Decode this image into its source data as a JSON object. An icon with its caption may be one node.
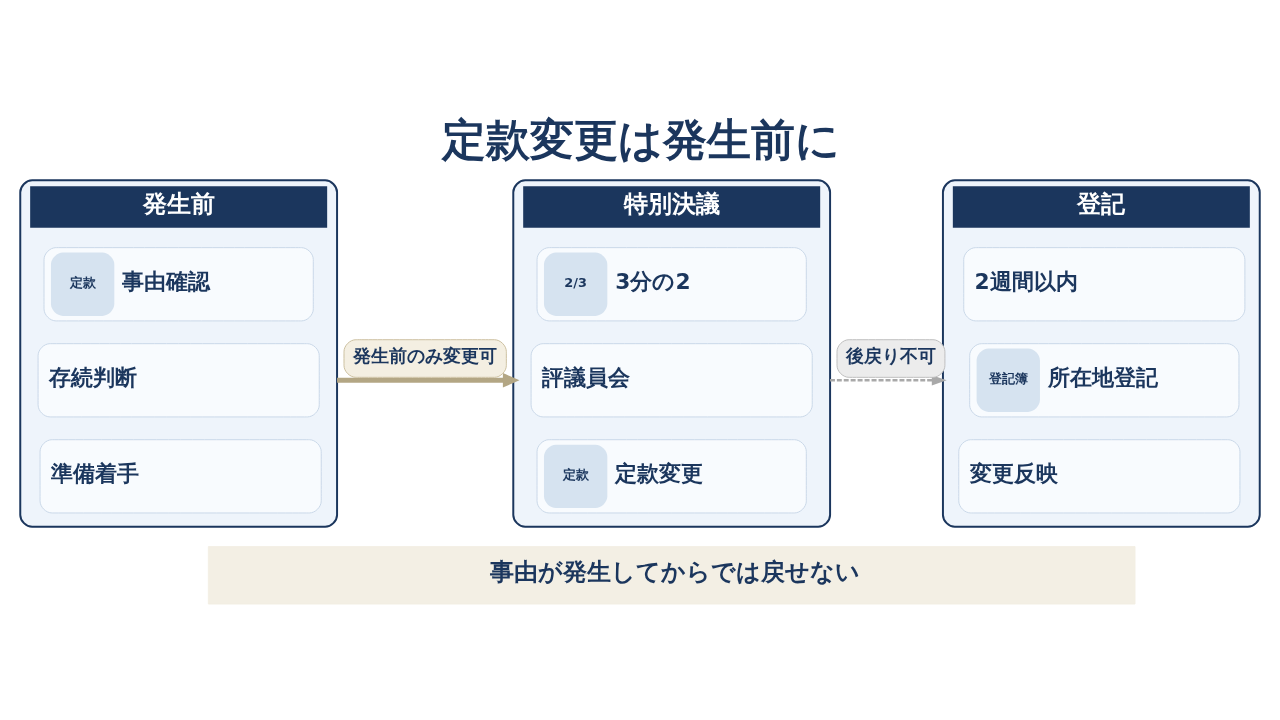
{
  "diagram": {
    "title": "定款変更は発生前に",
    "caption": "事由が発生してからでは戻せない",
    "nodes": [
      {
        "text": [
          "発生前"
        ]
      },
      {
        "text": [
          "定款",
          "事由確認"
        ],
        "in": 0
      },
      {
        "text": [
          "存続判断"
        ],
        "in": 0
      },
      {
        "text": [
          "準備着手"
        ],
        "in": 0
      },
      {
        "text": [
          "特別決議"
        ]
      },
      {
        "text": [
          "2/3",
          "3分の2"
        ],
        "in": 4
      },
      {
        "text": [
          "評議員会"
        ],
        "in": 4
      },
      {
        "text": [
          "定款",
          "定款変更"
        ],
        "in": 4
      },
      {
        "text": [
          "登記"
        ]
      },
      {
        "text": [
          "2週間以内"
        ],
        "in": 8
      },
      {
        "text": [
          "登記簿",
          "所在地登記"
        ],
        "in": 8
      },
      {
        "text": [
          "変更反映"
        ],
        "in": 8
      }
    ],
    "edges": [
      {
        "from": 0,
        "to": 4,
        "arrow": "to",
        "label": "発生前のみ変更可",
        "style": "thick",
        "color": "#b3a684"
      },
      {
        "from": 4,
        "to": 8,
        "arrow": "to",
        "label": "後戻り不可",
        "style": "dashed",
        "color": "#a9a9a9"
      }
    ]
  }
}
